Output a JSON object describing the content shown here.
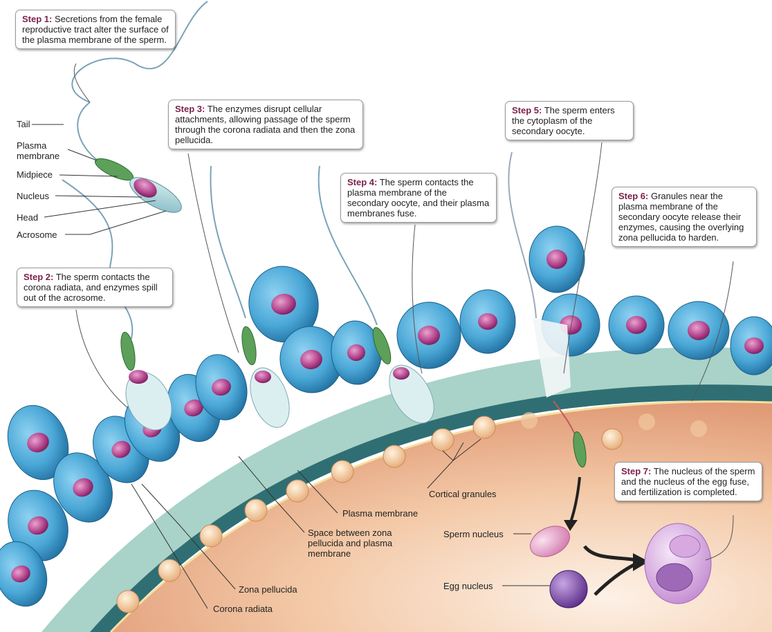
{
  "steps": [
    {
      "label": "Step 1:",
      "text": " Secretions from the female reproductive tract alter the surface of the plasma membrane of the sperm."
    },
    {
      "label": "Step 2:",
      "text": " The sperm contacts the corona radiata, and enzymes spill out of the acrosome."
    },
    {
      "label": "Step 3:",
      "text": " The enzymes disrupt cellular attachments, allowing passage of the sperm through the corona radiata and then the zona pellucida."
    },
    {
      "label": "Step 4:",
      "text": " The sperm contacts the plasma membrane of the secondary oocyte, and their plasma membranes fuse."
    },
    {
      "label": "Step 5:",
      "text": " The sperm enters the cytoplasm of the secondary oocyte."
    },
    {
      "label": "Step 6:",
      "text": " Granules near the plasma membrane of the secondary oocyte release their enzymes, causing the overlying zona pellucida to harden."
    },
    {
      "label": "Step 7:",
      "text": " The nucleus of the sperm and the nucleus of the egg fuse, and fertilization is completed."
    }
  ],
  "sperm_labels": {
    "tail": "Tail",
    "plasma_membrane": "Plasma membrane",
    "midpiece": "Midpiece",
    "nucleus": "Nucleus",
    "head": "Head",
    "acrosome": "Acrosome"
  },
  "structure_labels": {
    "cortical_granules": "Cortical granules",
    "plasma_membrane": "Plasma membrane",
    "space_between": "Space between zona pellucida and plasma membrane",
    "zona_pellucida": "Zona pellucida",
    "corona_radiata": "Corona radiata",
    "sperm_nucleus": "Sperm nucleus",
    "egg_nucleus": "Egg nucleus"
  },
  "colors": {
    "step_label": "#7a1f4a",
    "cell_blue": "#4aa7d6",
    "cell_nucleus": "#b0408a",
    "zona": "#a9d3c8",
    "oocyte": "#e9b08c",
    "granule": "#f3cfa0"
  }
}
